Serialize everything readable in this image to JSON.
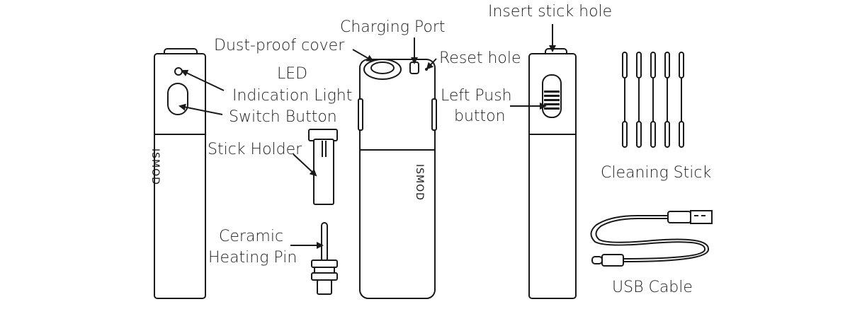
{
  "labels": {
    "insert_stick_hole": "Insert stick hole",
    "charging_port": "Charging Port",
    "dust_proof_cover": "Dust-proof cover",
    "reset_hole": "Reset hole",
    "led": "LED",
    "indication_light": "Indication Light",
    "switch_button": "Switch Button",
    "left_push_line1": "Left Push",
    "left_push_line2": "button",
    "stick_holder": "Stick Holder",
    "cleaning_stick": "Cleaning Stick",
    "ceramic_line1": "Ceramic",
    "ceramic_line2": "Heating Pin",
    "usb_cable": "USB Cable"
  },
  "brand": "ISMOD",
  "colors": {
    "line": "#1a1a1a",
    "text": "#222222",
    "background": "#ffffff"
  }
}
